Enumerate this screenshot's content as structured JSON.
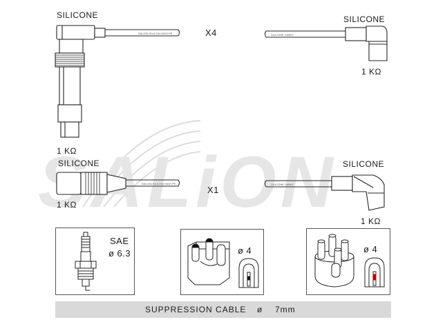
{
  "leads": {
    "top_left_label": "SILICONE",
    "top_left_resistance": "1 KΩ",
    "top_qty": "X4",
    "top_right_label": "SILICONE",
    "top_right_resistance": "1 KΩ",
    "bottom_left_label": "SILICONE",
    "bottom_left_resistance": "1 KΩ",
    "bottom_qty": "X1",
    "bottom_right_label": "SILICONE",
    "bottom_right_resistance": "1 KΩ",
    "cable_print_top": "SALION SILICON HIGH PE",
    "cable_print_right": "SILICONE CABLE",
    "cable_print_bottom": "SALION SILICON HIGH PE"
  },
  "watermark": "SALiON",
  "connectors": {
    "plug_standard": "SAE",
    "plug_diameter": "ø 6.3",
    "coil_diameter": "ø 4",
    "distributor_diameter": "ø 4"
  },
  "footer": {
    "label": "SUPPRESSION CABLE",
    "symbol": "ø",
    "size": "7mm"
  }
}
